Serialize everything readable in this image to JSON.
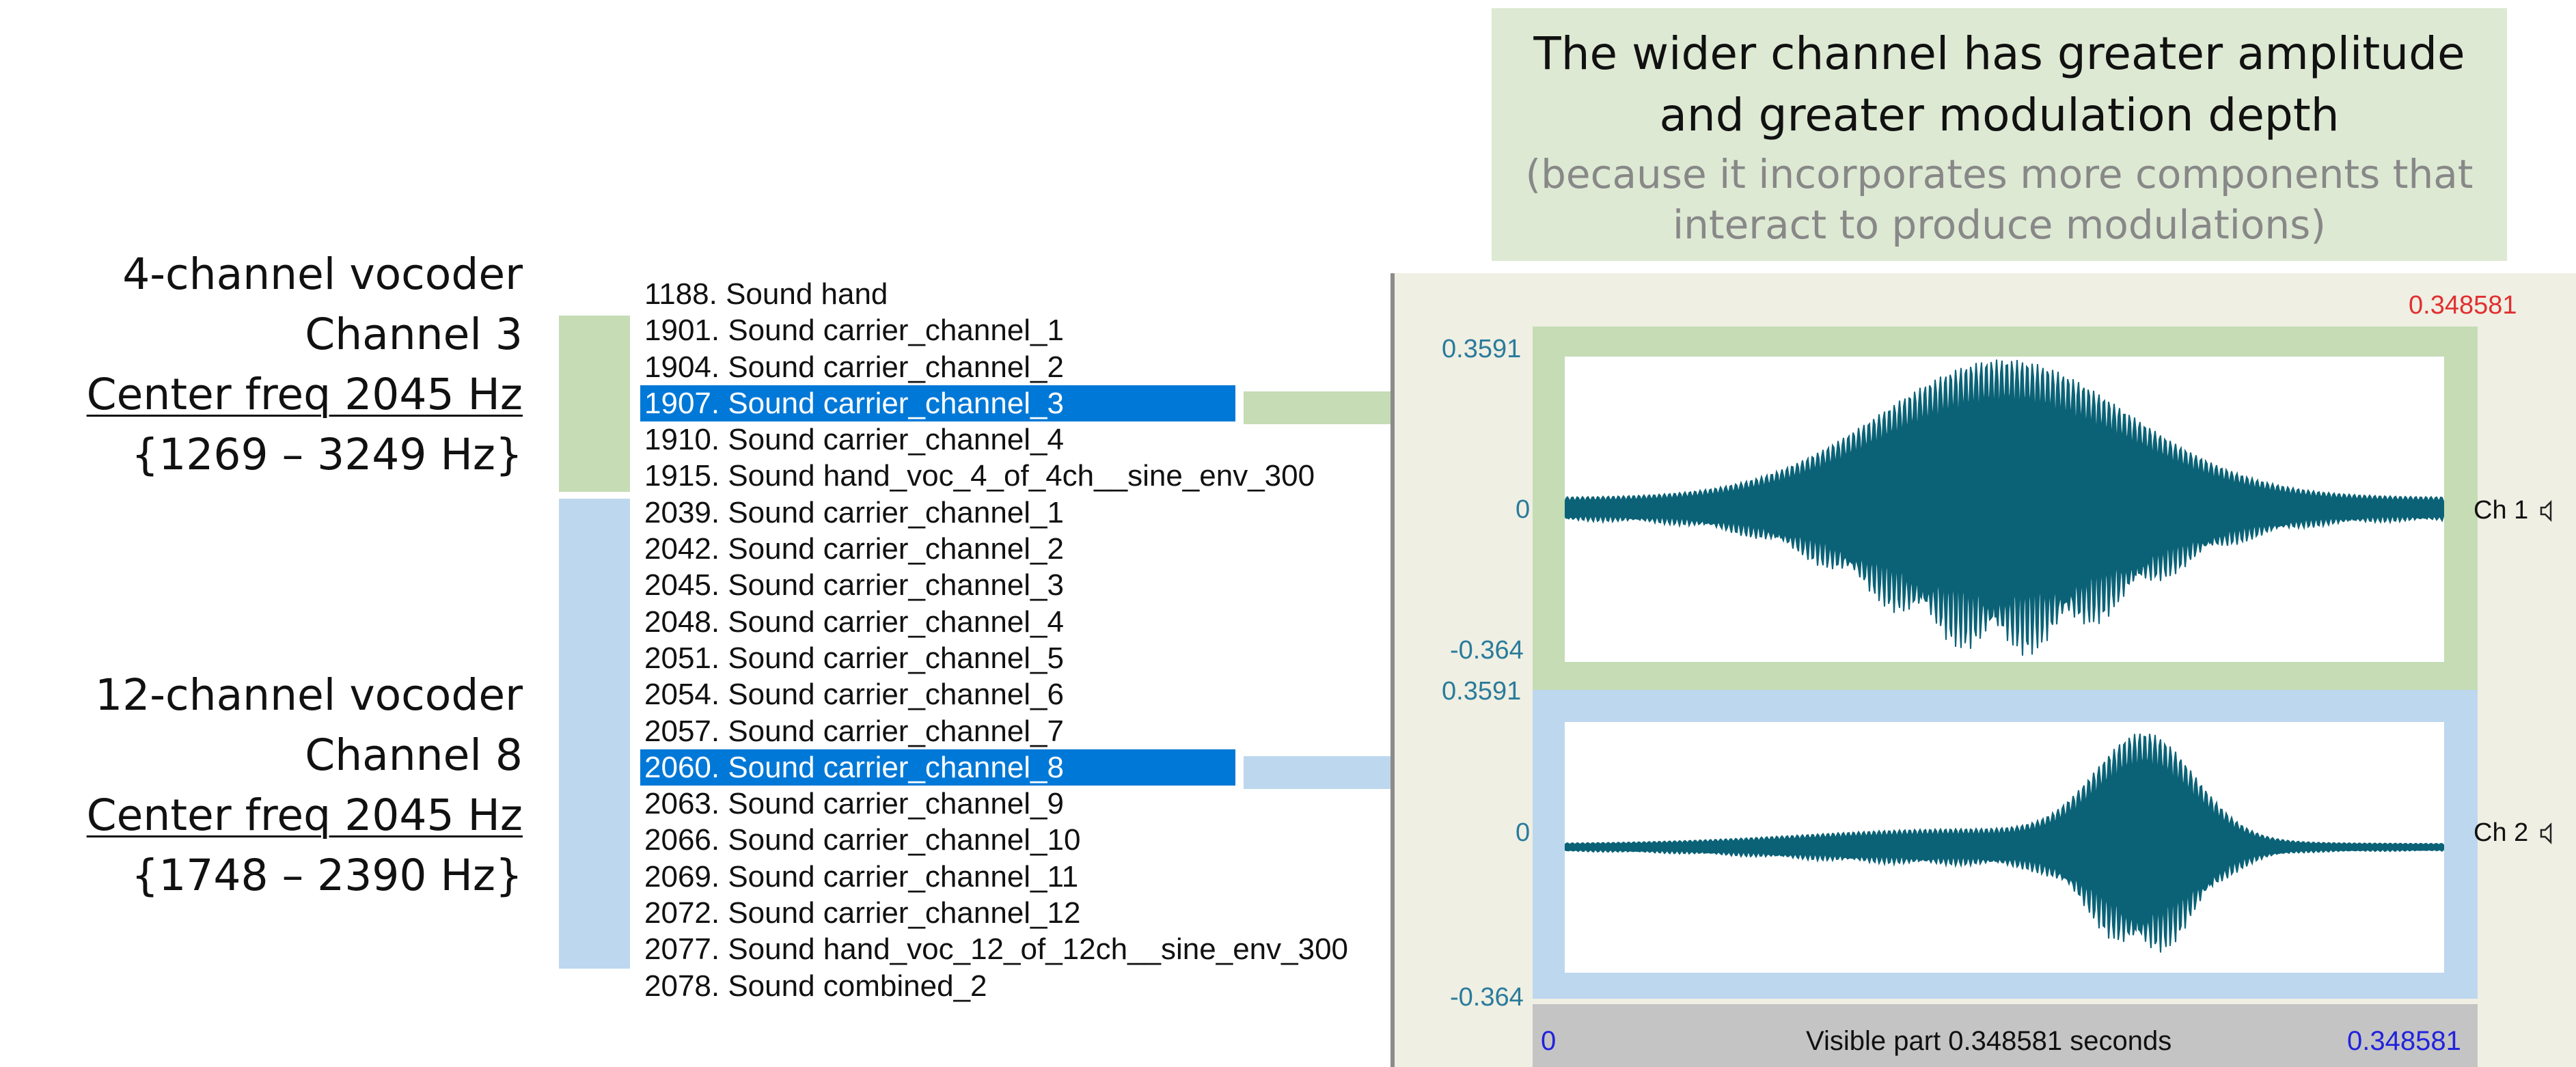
{
  "callout": {
    "line1": "The wider channel has greater amplitude",
    "line2": "and greater modulation depth",
    "line3": "(because it incorporates more components that",
    "line4": "interact to produce modulations)"
  },
  "annotations": {
    "four": {
      "title": "4-channel vocoder",
      "channel": "Channel 3",
      "center": "Center freq 2045 Hz",
      "range": "{1269 – 3249 Hz}"
    },
    "twelve": {
      "title": "12-channel vocoder",
      "channel": "Channel 8",
      "center": "Center freq 2045 Hz",
      "range": "{1748 – 2390 Hz}"
    }
  },
  "object_list": [
    {
      "label": "1188. Sound hand",
      "selected": false
    },
    {
      "label": "1901. Sound carrier_channel_1",
      "selected": false
    },
    {
      "label": "1904. Sound carrier_channel_2",
      "selected": false
    },
    {
      "label": "1907. Sound carrier_channel_3",
      "selected": true
    },
    {
      "label": "1910. Sound carrier_channel_4",
      "selected": false
    },
    {
      "label": "1915. Sound hand_voc_4_of_4ch__sine_env_300",
      "selected": false
    },
    {
      "label": "2039. Sound carrier_channel_1",
      "selected": false
    },
    {
      "label": "2042. Sound carrier_channel_2",
      "selected": false
    },
    {
      "label": "2045. Sound carrier_channel_3",
      "selected": false
    },
    {
      "label": "2048. Sound carrier_channel_4",
      "selected": false
    },
    {
      "label": "2051. Sound carrier_channel_5",
      "selected": false
    },
    {
      "label": "2054. Sound carrier_channel_6",
      "selected": false
    },
    {
      "label": "2057. Sound carrier_channel_7",
      "selected": false
    },
    {
      "label": "2060. Sound carrier_channel_8",
      "selected": true
    },
    {
      "label": "2063. Sound carrier_channel_9",
      "selected": false
    },
    {
      "label": "2066. Sound carrier_channel_10",
      "selected": false
    },
    {
      "label": "2069. Sound carrier_channel_11",
      "selected": false
    },
    {
      "label": "2072. Sound carrier_channel_12",
      "selected": false
    },
    {
      "label": "2077. Sound hand_voc_12_of_12ch__sine_env_300",
      "selected": false
    },
    {
      "label": "2078. Sound combined_2",
      "selected": false
    }
  ],
  "sound_window": {
    "cursor_time": "0.348581",
    "ch1": {
      "top": "0.3591",
      "zero": "0",
      "bottom": "-0.364",
      "label": "Ch 1"
    },
    "ch2": {
      "top": "0.3591",
      "zero": "0",
      "bottom": "-0.364",
      "label": "Ch 2"
    },
    "start": "0",
    "visible": "Visible part 0.348581 seconds",
    "end": "0.348581"
  },
  "colors": {
    "green": "#c5dcb5",
    "blue": "#bdd7ee",
    "selection": "#0078d7",
    "waveform": "#0b6277",
    "callout_bg": "#dde9d3"
  }
}
